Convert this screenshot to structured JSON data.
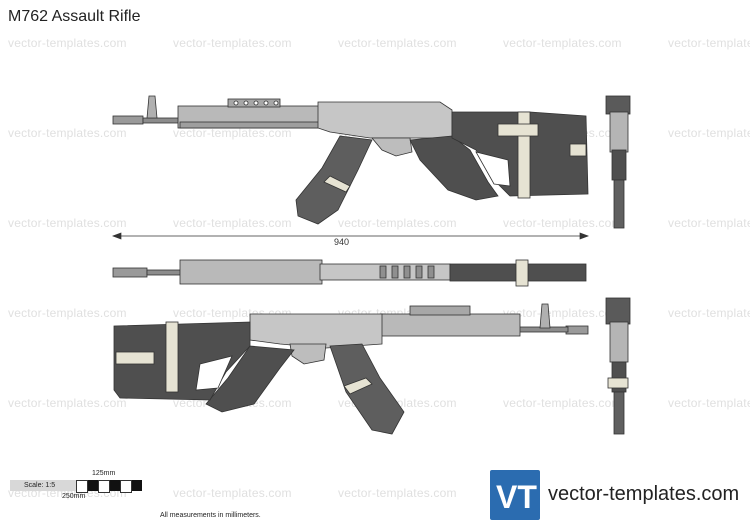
{
  "title": "M762 Assault Rifle",
  "watermark": "vector-templates.com",
  "dimension": {
    "length_label": "940"
  },
  "scale": {
    "label": "Scale: 1:5",
    "top_label": "125mm",
    "bottom_label": "250mm"
  },
  "measurement_note": "All measurements in millimeters.",
  "logo": {
    "mark": "VT",
    "text": "vector-templates.com"
  },
  "colors": {
    "receiver": "#b9b9b9",
    "stock_polymer": "#4f4f4f",
    "sling": "#e6e3d3",
    "outline": "#333333",
    "logo_blue": "#2b6cb0"
  }
}
